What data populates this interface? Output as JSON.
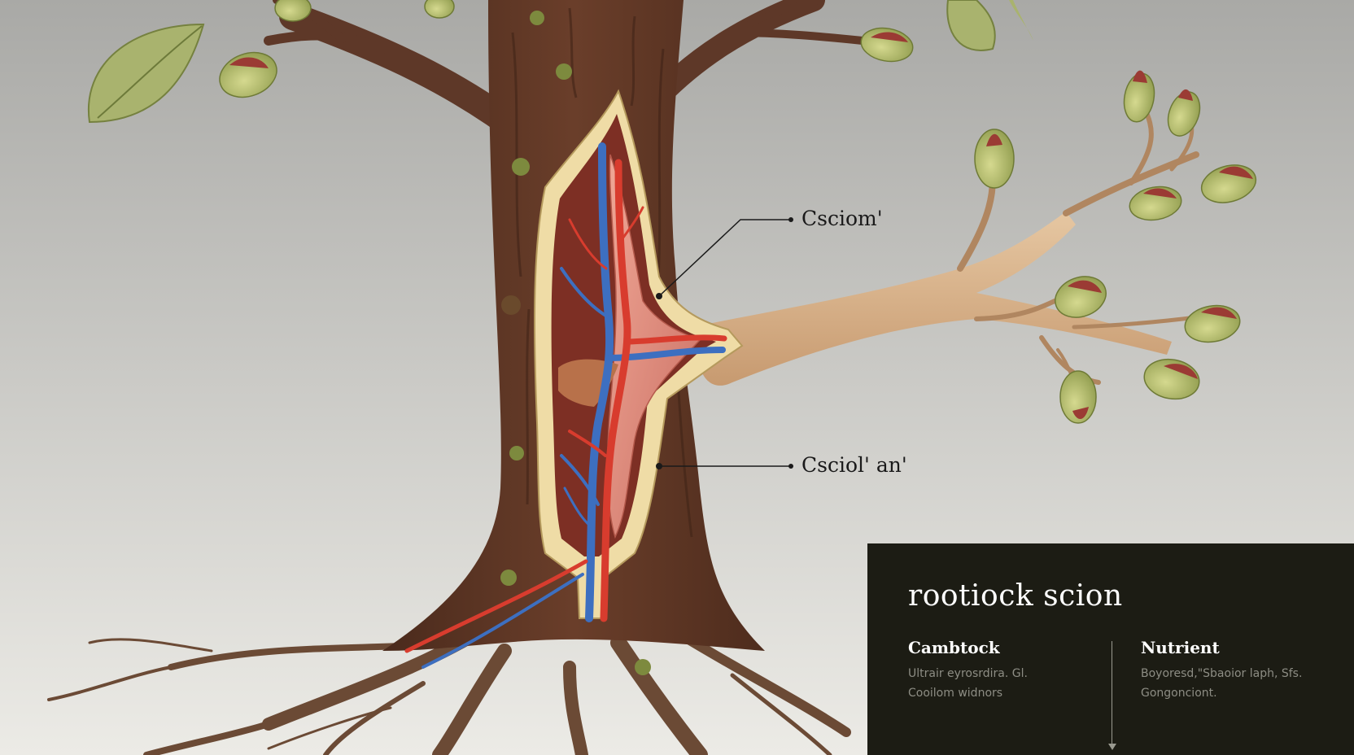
{
  "callouts": [
    {
      "label": "Csciom'"
    },
    {
      "label": "Csciol' an'"
    }
  ],
  "panel": {
    "title": "rootiock scion",
    "left": {
      "heading": "Cambtock",
      "lines": [
        "Ultrair eyrosrdira. Gl.",
        "Cooilom widnors"
      ]
    },
    "right": {
      "heading": "Nutrient",
      "lines": [
        "Boyoresd,\"Sbaoior laph, Sfs.",
        "Gongonciont."
      ]
    }
  },
  "colors": {
    "background_top": "#a9a9a6",
    "background_bottom": "#ecebe6",
    "bark": "#5b3423",
    "scion_wood": "#d9b48e",
    "bud_green": "#b9c07a",
    "bud_red": "#9b3b34",
    "leaf": "#a9b36e",
    "vessel_red": "#d83c2e",
    "vessel_blue": "#3d6fc0",
    "cambium": "#efdca6",
    "panel_bg": "#1c1c14"
  }
}
